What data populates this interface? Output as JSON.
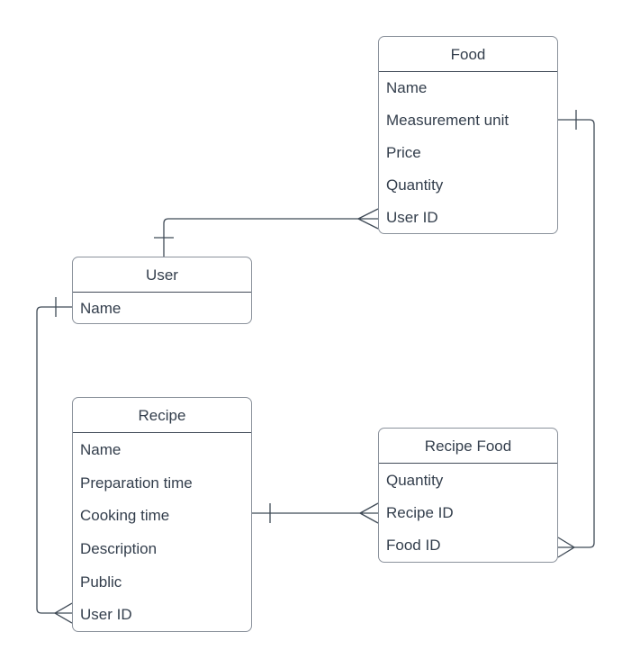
{
  "diagram": {
    "type": "entity-relationship",
    "background": "#ffffff",
    "colors": {
      "box_border": "#8b929c",
      "divider_line": "#414b58",
      "connector_line": "#3f4a56",
      "text": "#333e4c"
    },
    "entities": [
      {
        "title": "Food",
        "fields": [
          "Name",
          "Measurement unit",
          "Price",
          "Quantity",
          "User ID"
        ]
      },
      {
        "title": "User",
        "fields": [
          "Name"
        ]
      },
      {
        "title": "Recipe",
        "fields": [
          "Name",
          "Preparation time",
          "Cooking time",
          "Description",
          "Public",
          "User ID"
        ]
      },
      {
        "title": "Recipe Food",
        "fields": [
          "Quantity",
          "Recipe ID",
          "Food ID"
        ]
      }
    ],
    "relationships": [
      {
        "one_side": "User",
        "many_side": "Food",
        "many_anchor_field": "User ID",
        "cardinality": "one-to-many",
        "notation": "crow-foot"
      },
      {
        "one_side": "User",
        "many_side": "Recipe",
        "many_anchor_field": "User ID",
        "cardinality": "one-to-many",
        "notation": "crow-foot"
      },
      {
        "one_side": "Recipe",
        "many_side": "Recipe Food",
        "many_anchor_field": "Recipe ID",
        "cardinality": "one-to-many",
        "notation": "crow-foot"
      },
      {
        "one_side": "Food",
        "many_side": "Recipe Food",
        "many_anchor_field": "Food ID",
        "cardinality": "one-to-many",
        "notation": "crow-foot"
      }
    ]
  }
}
